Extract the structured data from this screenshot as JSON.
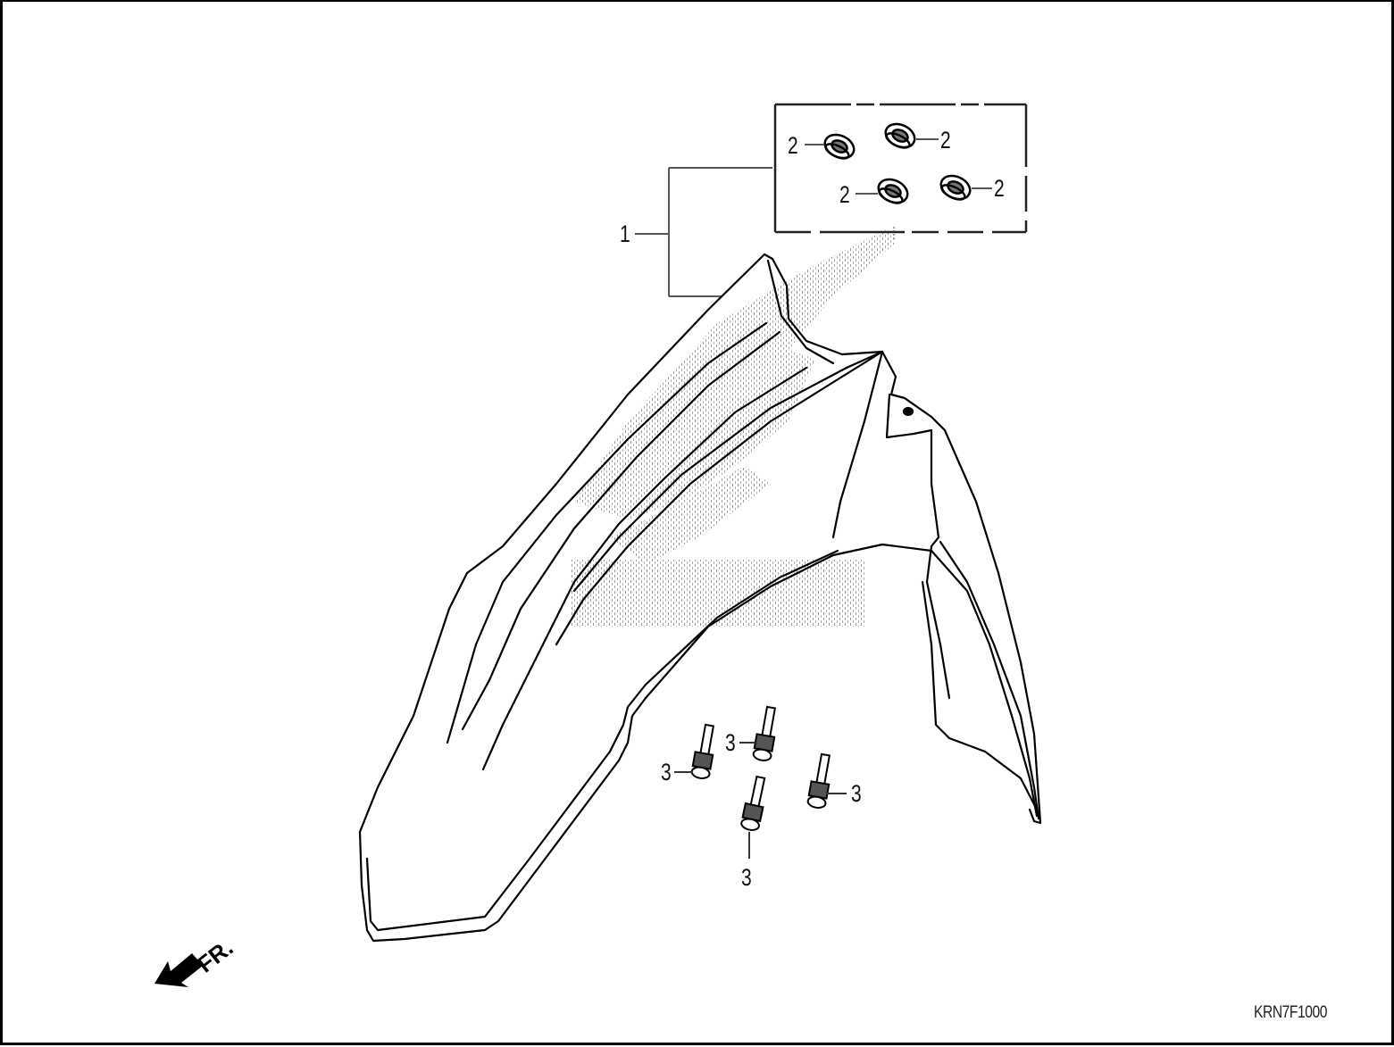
{
  "diagram": {
    "type": "exploded-parts-view",
    "subject": "front fender",
    "diagram_code": "KRN7F1000",
    "direction_indicator": {
      "label": "FR.",
      "icon": "front-direction-arrow-icon"
    },
    "watermark": "HONDA",
    "callouts": [
      {
        "id": "c1",
        "label": "1",
        "part": "front fender assembly"
      },
      {
        "id": "c2a",
        "label": "2",
        "part": "grommet"
      },
      {
        "id": "c2b",
        "label": "2",
        "part": "grommet"
      },
      {
        "id": "c2c",
        "label": "2",
        "part": "grommet"
      },
      {
        "id": "c2d",
        "label": "2",
        "part": "grommet"
      },
      {
        "id": "c3a",
        "label": "3",
        "part": "flange bolt"
      },
      {
        "id": "c3b",
        "label": "3",
        "part": "flange bolt"
      },
      {
        "id": "c3c",
        "label": "3",
        "part": "flange bolt"
      },
      {
        "id": "c3d",
        "label": "3",
        "part": "flange bolt"
      }
    ],
    "colors": {
      "line": "#000000",
      "leader": "#555555",
      "stipple": "#9a9a9a",
      "background": "#ffffff"
    }
  }
}
